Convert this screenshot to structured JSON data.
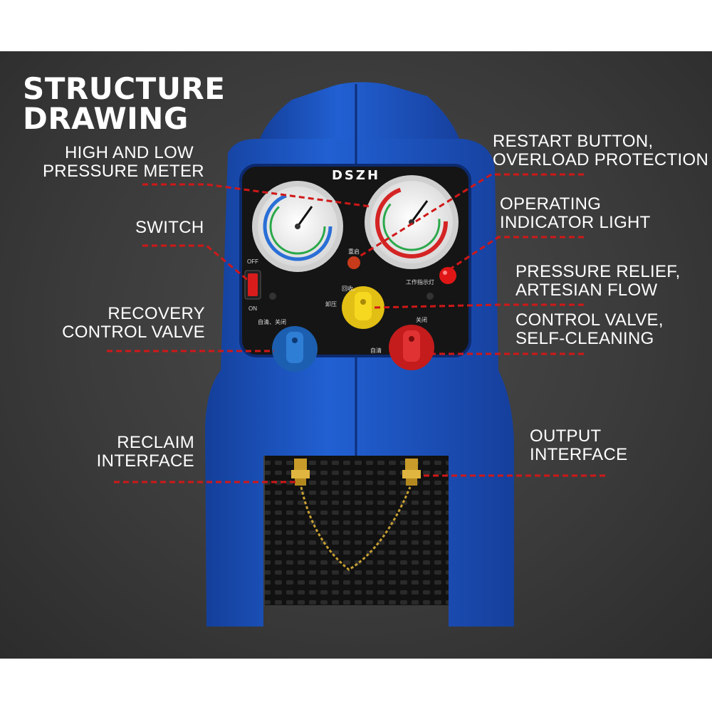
{
  "title": {
    "line1": "STRUCTURE",
    "line2": "DRAWING"
  },
  "brand": "DSZH",
  "panel_text": {
    "off": "OFF",
    "on": "ON",
    "restart_cn": "重启",
    "indicator_cn": "工作指示灯",
    "recover_cn": "回收、",
    "relief_cn": "卸压",
    "self_close_left_cn": "自清、关闭",
    "close_right_cn": "关闭",
    "self_clean_right_cn": "自清"
  },
  "labels": {
    "pressure_meter": [
      "HIGH AND LOW",
      "PRESSURE METER"
    ],
    "switch": [
      "SWITCH"
    ],
    "recovery_valve": [
      "RECOVERY",
      "CONTROL VALVE"
    ],
    "reclaim": [
      "RECLAIM",
      "INTERFACE"
    ],
    "restart": [
      "RESTART BUTTON,",
      "OVERLOAD PROTECTION"
    ],
    "indicator": [
      "OPERATING",
      "INDICATOR LIGHT"
    ],
    "relief": [
      "PRESSURE RELIEF,",
      "ARTESIAN FLOW"
    ],
    "control_valve": [
      "CONTROL VALVE,",
      "SELF-CLEANING"
    ],
    "output": [
      "OUTPUT",
      "INTERFACE"
    ]
  },
  "colors": {
    "body_blue": "#1f56c4",
    "leader_red": "#d01818",
    "knob_blue": "#1c5fb0",
    "knob_yellow": "#f4d21a",
    "knob_red": "#d42424"
  }
}
